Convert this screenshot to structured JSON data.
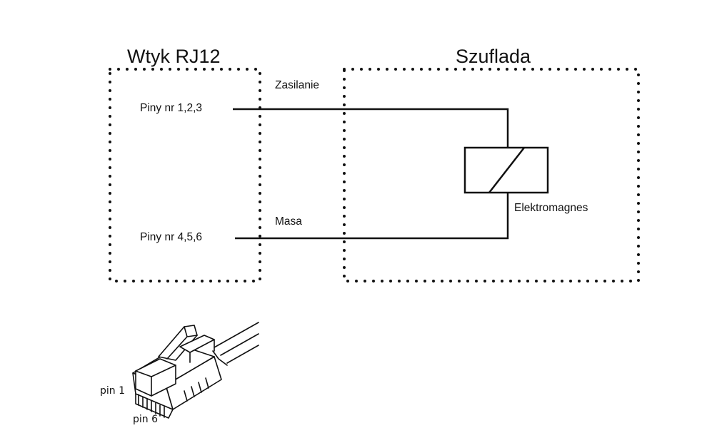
{
  "plug": {
    "title": "Wtyk RJ12",
    "pins_supply": "Piny nr 1,2,3",
    "pins_ground": "Piny nr 4,5,6"
  },
  "drawer": {
    "title": "Szuflada",
    "component": "Elektromagnes"
  },
  "wires": {
    "supply": "Zasilanie",
    "ground": "Masa"
  },
  "connector_illustration": {
    "pin_first": "pin 1",
    "pin_last": "pin 6"
  }
}
